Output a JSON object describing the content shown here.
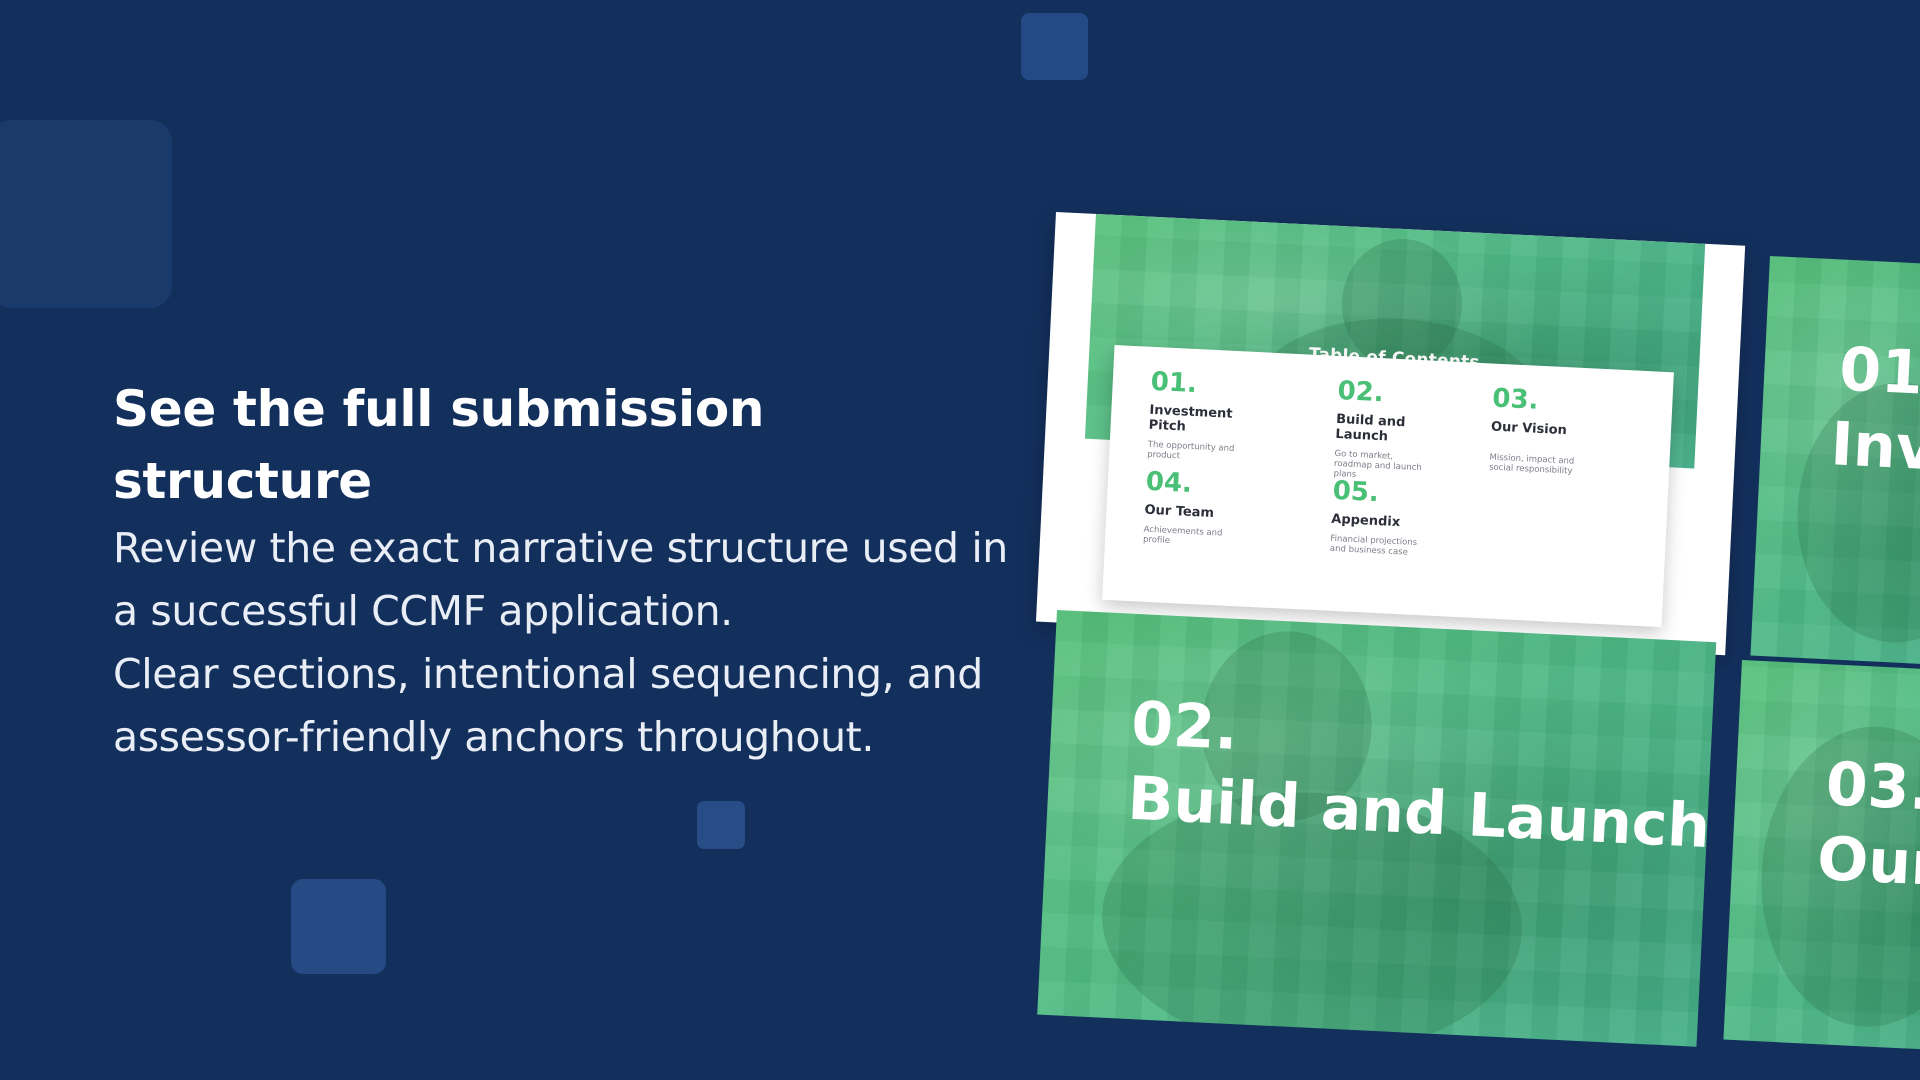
{
  "hero": {
    "headline": "See the full submission structure",
    "body_lines": [
      "Review the exact narrative structure used in",
      "a successful CCMF application.",
      "Clear sections, intentional sequencing, and",
      "assessor-friendly anchors throughout."
    ]
  },
  "toc_slide": {
    "title": "Table of Contents",
    "items": [
      {
        "number": "01.",
        "name": "Investment Pitch",
        "description": "The opportunity and product"
      },
      {
        "number": "02.",
        "name": "Build and Launch",
        "description": "Go to market, roadmap and launch plans"
      },
      {
        "number": "03.",
        "name": "Our Vision",
        "description": "Mission, impact and social responsibility"
      },
      {
        "number": "04.",
        "name": "Our Team",
        "description": "Achievements and profile"
      },
      {
        "number": "05.",
        "name": "Appendix",
        "description": "Financial projections and business case"
      }
    ]
  },
  "section_slides": {
    "slide_01": {
      "number": "01",
      "title": "Inv"
    },
    "slide_02": {
      "number": "02.",
      "title": "Build and Launch"
    },
    "slide_03": {
      "number": "03.",
      "title": "Our"
    }
  },
  "colors": {
    "background": "#13305d",
    "accent_green": "#49c076",
    "deco_square": "#264a84"
  }
}
